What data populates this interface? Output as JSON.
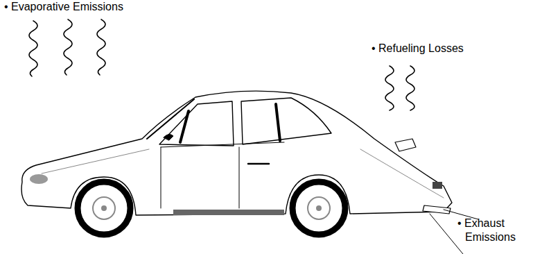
{
  "diagram": {
    "labels": [
      "• Evaporative Emissions",
      "• Refueling Losses",
      "• Exhaust Emissions"
    ]
  }
}
